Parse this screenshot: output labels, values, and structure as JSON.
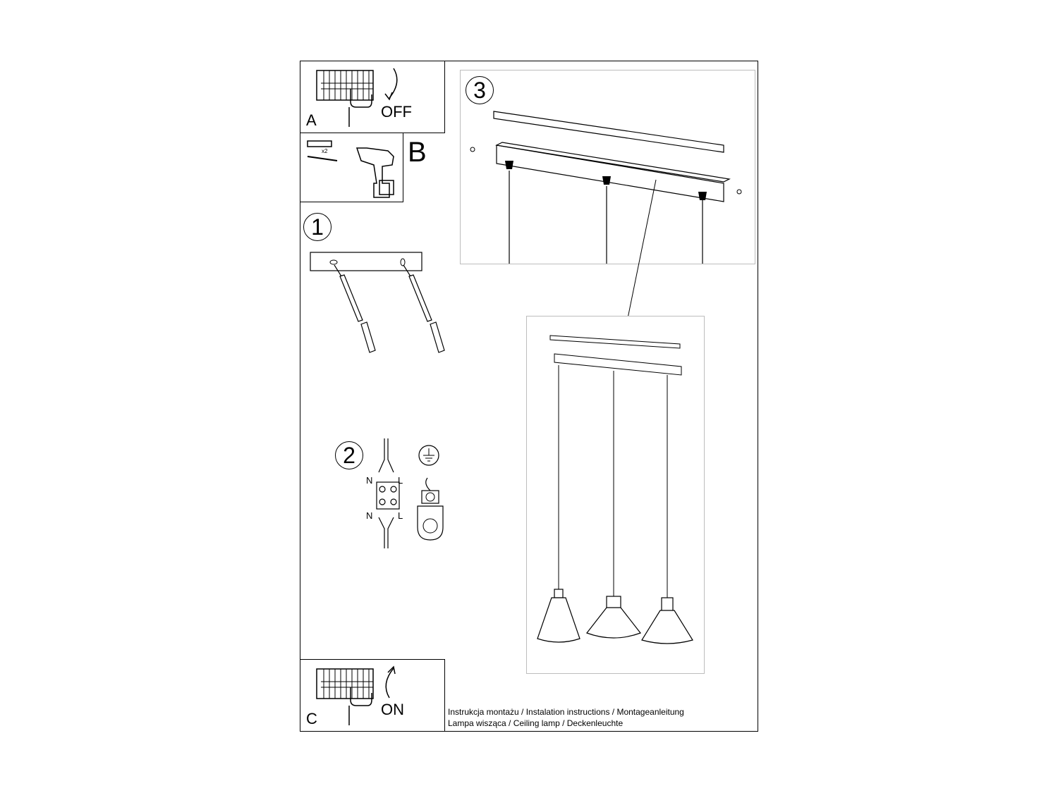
{
  "panels": {
    "a": {
      "letter": "A",
      "action": "OFF"
    },
    "b": {
      "letter": "B",
      "count": "x2"
    },
    "c": {
      "letter": "C",
      "action": "ON"
    }
  },
  "steps": {
    "one": "1",
    "two": "2",
    "three": "3"
  },
  "wiring": {
    "n_top": "N",
    "l_top": "L",
    "n_bottom": "N",
    "l_bottom": "L"
  },
  "footer": {
    "line1": "Instrukcja montażu / Instalation instructions / Montageanleitung",
    "line2": "Lampa wisząca / Ceiling lamp / Deckenleuchte"
  }
}
